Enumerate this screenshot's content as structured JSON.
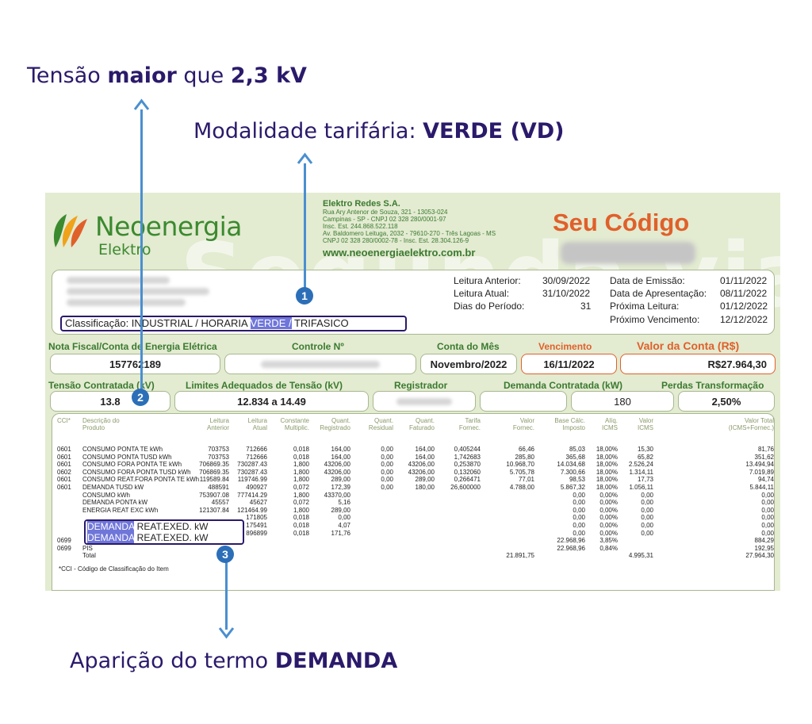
{
  "callouts": {
    "tensao_pre": "Tensão ",
    "tensao_bold": "maior",
    "tensao_mid": " que ",
    "tensao_value": "2,3 kV",
    "modalidade_pre": "Modalidade tarifária: ",
    "modalidade_bold": "VERDE  (VD)",
    "aparicao_pre": "Aparição do termo ",
    "aparicao_bold": "DEMANDA"
  },
  "badges": [
    "1",
    "2",
    "3"
  ],
  "bill": {
    "watermark": "Segunda via",
    "logo_name": "Neoenergia",
    "logo_sub": "Elektro",
    "company": {
      "name": "Elektro Redes S.A.",
      "lines": [
        "Rua Ary Antenor de Souza, 321 - 13053-024",
        "Campinas - SP - CNPJ 02 328 280/0001-97",
        "Insc. Est. 244.868.522.118",
        "Av. Baldomero Leituga, 2032 - 79610-270 - Três Lagoas - MS",
        "CNPJ 02 328 280/0002-78 - Insc. Est. 28.304.126-9"
      ],
      "url": "www.neoenergiaelektro.com.br"
    },
    "seu_codigo": "Seu Código",
    "leitura": {
      "anterior_label": "Leitura Anterior:",
      "anterior_value": "30/09/2022",
      "atual_label": "Leitura Atual:",
      "atual_value": "31/10/2022",
      "dias_label": "Dias do Período:",
      "dias_value": "31"
    },
    "datas": {
      "emissao_label": "Data de Emissão:",
      "emissao_value": "01/11/2022",
      "apresentacao_label": "Data de Apresentação:",
      "apresentacao_value": "08/11/2022",
      "proxima_label": "Próxima Leitura:",
      "proxima_value": "01/12/2022",
      "vencimento_label": "Próximo Vencimento:",
      "vencimento_value": "12/12/2022"
    },
    "classif_pre": "Classificação: INDUSTRIAL / HORARIA ",
    "classif_hl": "VERDE /",
    "classif_post": " TRIFASICO",
    "headers1": {
      "nota": "Nota Fiscal/Conta de Energia Elétrica",
      "controle": "Controle Nº",
      "conta_mes": "Conta do Mês",
      "vencimento": "Vencimento",
      "valor": "Valor da Conta (R$)"
    },
    "values1": {
      "nota": "157762189",
      "conta_mes": "Novembro/2022",
      "vencimento": "16/11/2022",
      "valor": "R$27.964,30"
    },
    "headers2": {
      "tensao": "Tensão Contratada (kV)",
      "limites": "Limites Adequados de Tensão (kV)",
      "registrador": "Registrador",
      "demanda": "Demanda Contratada (kW)",
      "perdas": "Perdas Transformação"
    },
    "values2": {
      "tensao": "13.8",
      "limites": "12.834 a 14.49",
      "demanda": "180",
      "perdas": "2,50%"
    },
    "table_headers": [
      "CCI*",
      "Descrição do\nProduto",
      "Leitura\nAnterior",
      "Leitura\nAtual",
      "Constante\nMultiplic.",
      "Quant.\nRegistrado",
      "Quant.\nResidual",
      "Quant.\nFaturado",
      "Tarifa\nFornec.",
      "Valor\nFornec.",
      "Base Cálc.\nImposto",
      "Alíq.\nICMS",
      "Valor\nICMS",
      "Valor Total\n(ICMS+Fornec.)"
    ],
    "rows": [
      [
        "0601",
        "CONSUMO PONTA TE kWh",
        "703753",
        "712666",
        "0,018",
        "164,00",
        "0,00",
        "164,00",
        "0,405244",
        "66,46",
        "85,03",
        "18,00%",
        "15,30",
        "81,76"
      ],
      [
        "0601",
        "CONSUMO PONTA TUSD kWh",
        "703753",
        "712666",
        "0,018",
        "164,00",
        "0,00",
        "164,00",
        "1,742683",
        "285,80",
        "365,68",
        "18,00%",
        "65,82",
        "351,62"
      ],
      [
        "0601",
        "CONSUMO FORA PONTA TE kWh",
        "706869.35",
        "730287.43",
        "1,800",
        "43206,00",
        "0,00",
        "43206,00",
        "0,253870",
        "10.968,70",
        "14.034,68",
        "18,00%",
        "2.526,24",
        "13.494,94"
      ],
      [
        "0602",
        "CONSUMO FORA PONTA TUSD kWh",
        "706869.35",
        "730287.43",
        "1,800",
        "43206,00",
        "0,00",
        "43206,00",
        "0,132060",
        "5.705,78",
        "7.300,66",
        "18,00%",
        "1.314,11",
        "7.019,89"
      ],
      [
        "0601",
        "CONSUMO REAT.FORA PONTA TE kWh",
        "119589.84",
        "119746.99",
        "1,800",
        "289,00",
        "0,00",
        "289,00",
        "0,266471",
        "77,01",
        "98,53",
        "18,00%",
        "17,73",
        "94,74"
      ],
      [
        "0601",
        "DEMANDA TUSD kW",
        "488591",
        "490927",
        "0,072",
        "172,39",
        "0,00",
        "180,00",
        "26,600000",
        "4.788,00",
        "5.867,32",
        "18,00%",
        "1.056,11",
        "5.844,11"
      ],
      [
        "",
        "CONSUMO kWh",
        "753907.08",
        "777414.29",
        "1,800",
        "43370,00",
        "",
        "",
        "",
        "",
        "0,00",
        "0,00%",
        "0,00",
        "0,00"
      ],
      [
        "",
        "DEMANDA PONTA kW",
        "45557",
        "45627",
        "0,072",
        "5,16",
        "",
        "",
        "",
        "",
        "0,00",
        "0,00%",
        "0,00",
        "0,00"
      ],
      [
        "",
        "ENERGIA REAT EXC kWh",
        "121307.84",
        "121464.99",
        "1,800",
        "289,00",
        "",
        "",
        "",
        "",
        "0,00",
        "0,00%",
        "0,00",
        "0,00"
      ],
      [
        "",
        "",
        "",
        "171805",
        "0,018",
        "0,00",
        "",
        "",
        "",
        "",
        "0,00",
        "0,00%",
        "0,00",
        "0,00"
      ],
      [
        "",
        "",
        "",
        "175491",
        "0,018",
        "4,07",
        "",
        "",
        "",
        "",
        "0,00",
        "0,00%",
        "0,00",
        "0,00"
      ],
      [
        "",
        "",
        "",
        "896899",
        "0,018",
        "171,76",
        "",
        "",
        "",
        "",
        "0,00",
        "0,00%",
        "0,00",
        "0,00"
      ],
      [
        "0699",
        "",
        "",
        "",
        "",
        "",
        "",
        "",
        "",
        "",
        "22.968,96",
        "3,85%",
        "",
        "884,29"
      ],
      [
        "0699",
        "PIS",
        "",
        "",
        "",
        "",
        "",
        "",
        "",
        "",
        "22.968,96",
        "0,84%",
        "",
        "192,95"
      ],
      [
        "",
        "Total",
        "",
        "",
        "",
        "",
        "",
        "",
        "",
        "21.891,75",
        "",
        "",
        "4.995,31",
        "27.964,30"
      ]
    ],
    "demanda_lines_hl": "DEMANDA",
    "demanda_lines_rest": " REAT.EXED. kW",
    "cci_note": "*CCI - Código de Classificação do Item"
  },
  "colors": {
    "navy": "#2b1a6b",
    "green": "#3b7a30",
    "orange": "#e0602a",
    "arrow": "#4a8fd0",
    "badge": "#2c6fb8"
  }
}
